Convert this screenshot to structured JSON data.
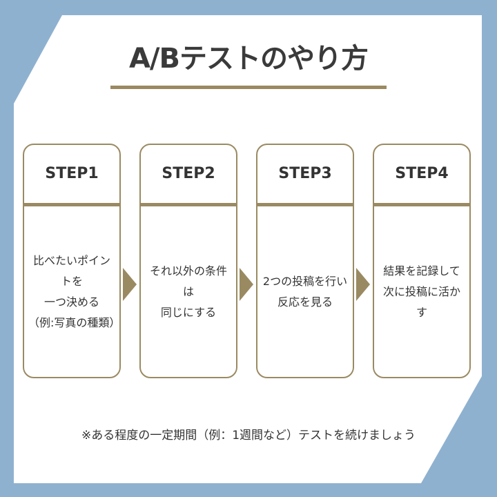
{
  "title": "A/Bテストのやり方",
  "steps": [
    {
      "label": "STEP1",
      "lines": [
        "比べたいポイントを",
        "一つ決める",
        "（例:写真の種類）"
      ]
    },
    {
      "label": "STEP2",
      "lines": [
        "それ以外の条件は",
        "同じにする"
      ]
    },
    {
      "label": "STEP3",
      "lines": [
        "2つの投稿を行い",
        "反応を見る"
      ]
    },
    {
      "label": "STEP4",
      "lines": [
        "結果を記録して",
        "次に投稿に活かす"
      ]
    }
  ],
  "note": "※ある程度の一定期間（例：1週間など）テストを続けましょう",
  "colors": {
    "accent": "#9a8a62",
    "frame": "#8fb1d0",
    "panel": "#ffffff",
    "text": "#333333"
  }
}
